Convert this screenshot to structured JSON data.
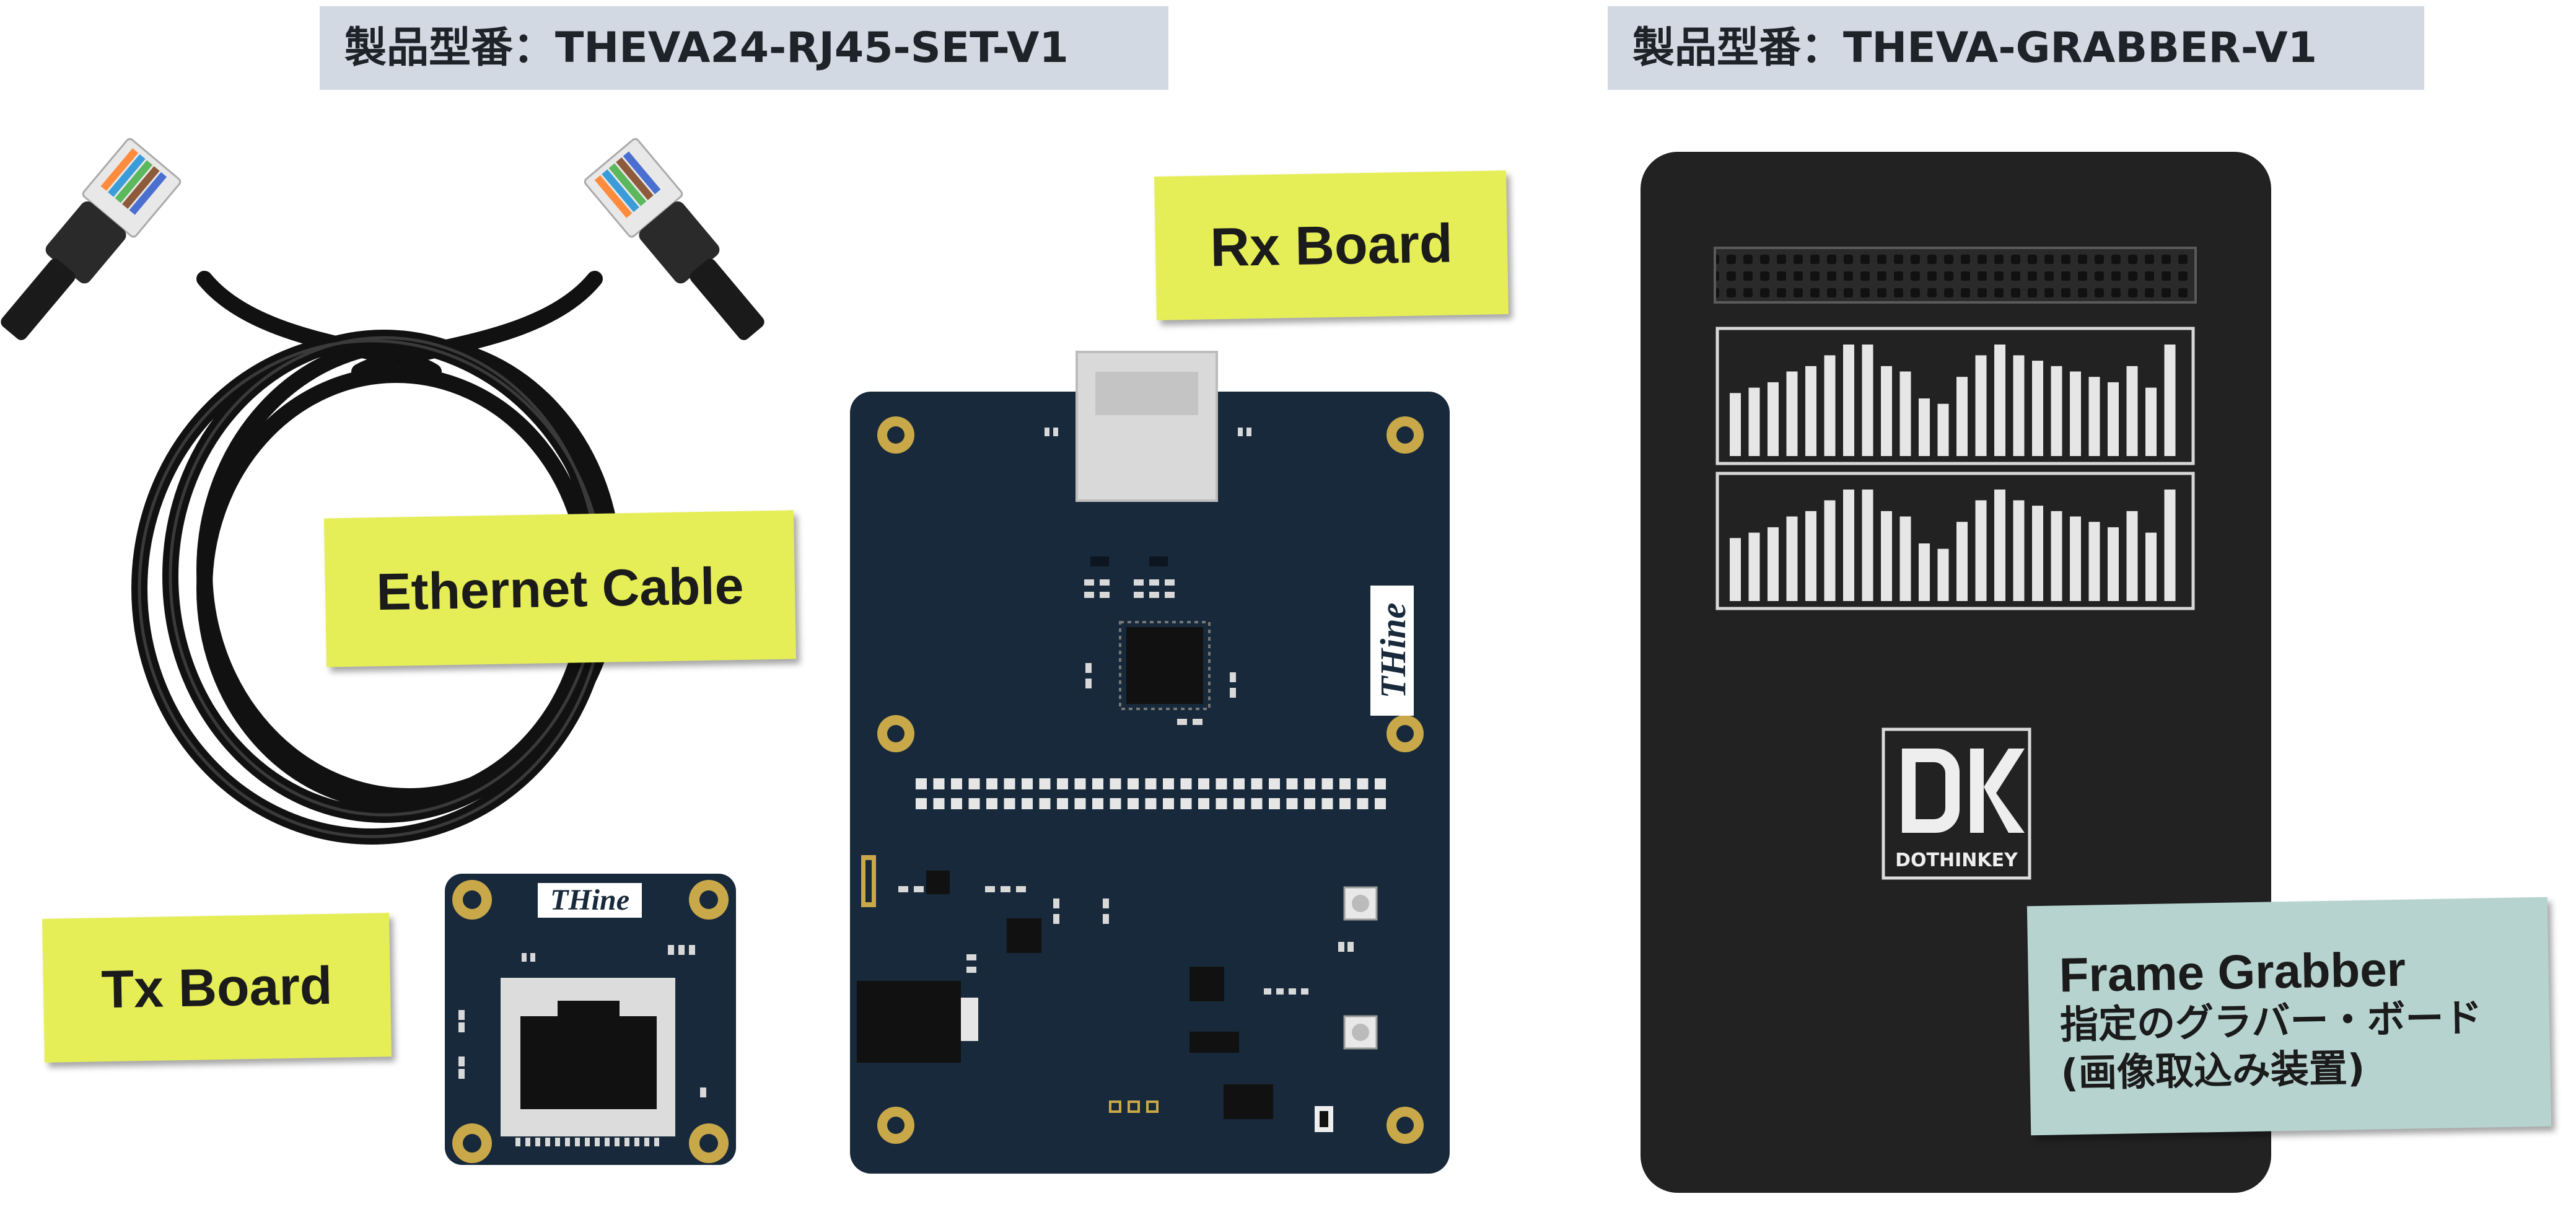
{
  "headers": {
    "left": "製品型番：THEVA24-RJ45-SET-V1",
    "right": "製品型番：THEVA-GRABBER-V1"
  },
  "labels": {
    "rx_board": "Rx Board",
    "ethernet_cable": "Ethernet Cable",
    "tx_board": "Tx Board",
    "frame_grabber_title": "Frame Grabber",
    "frame_grabber_sub1": "指定のグラバー・ボード",
    "frame_grabber_sub2": "(画像取込み装置)"
  },
  "logos": {
    "thine": "THine",
    "dothinkey": "DOTHINKEY"
  },
  "colors": {
    "banner_bg": "#d2d9e2",
    "sticky_yellow": "#e6ee57",
    "sticky_teal": "#b6d3d0",
    "pcb_navy": "#17293a",
    "grabber_black": "#222222"
  }
}
